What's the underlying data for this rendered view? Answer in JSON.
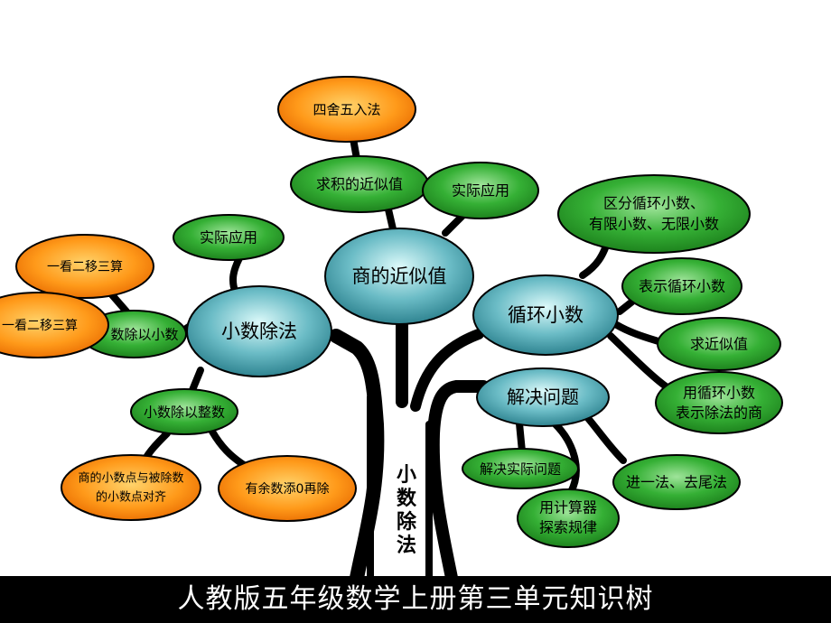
{
  "trunk_label": [
    "小",
    "数",
    "除",
    "法"
  ],
  "footer_title": "人教版五年级数学上册第三单元知识树",
  "nodes": {
    "n_sishe": "四舍五入法",
    "n_qiuji": "求积的近似值",
    "n_shiji_top": "实际应用",
    "n_shangjin": "商的近似值",
    "n_qufen": [
      "区分循环小数、",
      "有限小数、无限小数"
    ],
    "n_biaoshi": "表示循环小数",
    "n_xunhuan": "循环小数",
    "n_qiujin": "求近似值",
    "n_yongxun": [
      "用循环小数",
      "表示除法的商"
    ],
    "n_jiejue": "解决问题",
    "n_jinyi": "进一法、去尾法",
    "n_jiejueshiji": "解决实际问题",
    "n_jisuanqi": [
      "用计算器",
      "探索规律"
    ],
    "n_shiji_left": "实际应用",
    "n_xiaoshuchufa": "小数除法",
    "n_yikan1": "一看二移三算",
    "n_yikan2": "一看二移三算",
    "n_chuxiaoshu": "数除以小数",
    "n_chuzhengshu": "小数除以整数",
    "n_shangxiao": [
      "商的小数点与被除数",
      "的小数点对齐"
    ],
    "n_yuyu": "有余数添0再除"
  },
  "colors": {
    "orange_fill": "#ff8c00",
    "green_fill": "#2ea82e",
    "teal_fill": "#3f9eaa",
    "outline": "#000000",
    "footer_bg": "#000000",
    "footer_text": "#ffffff"
  }
}
